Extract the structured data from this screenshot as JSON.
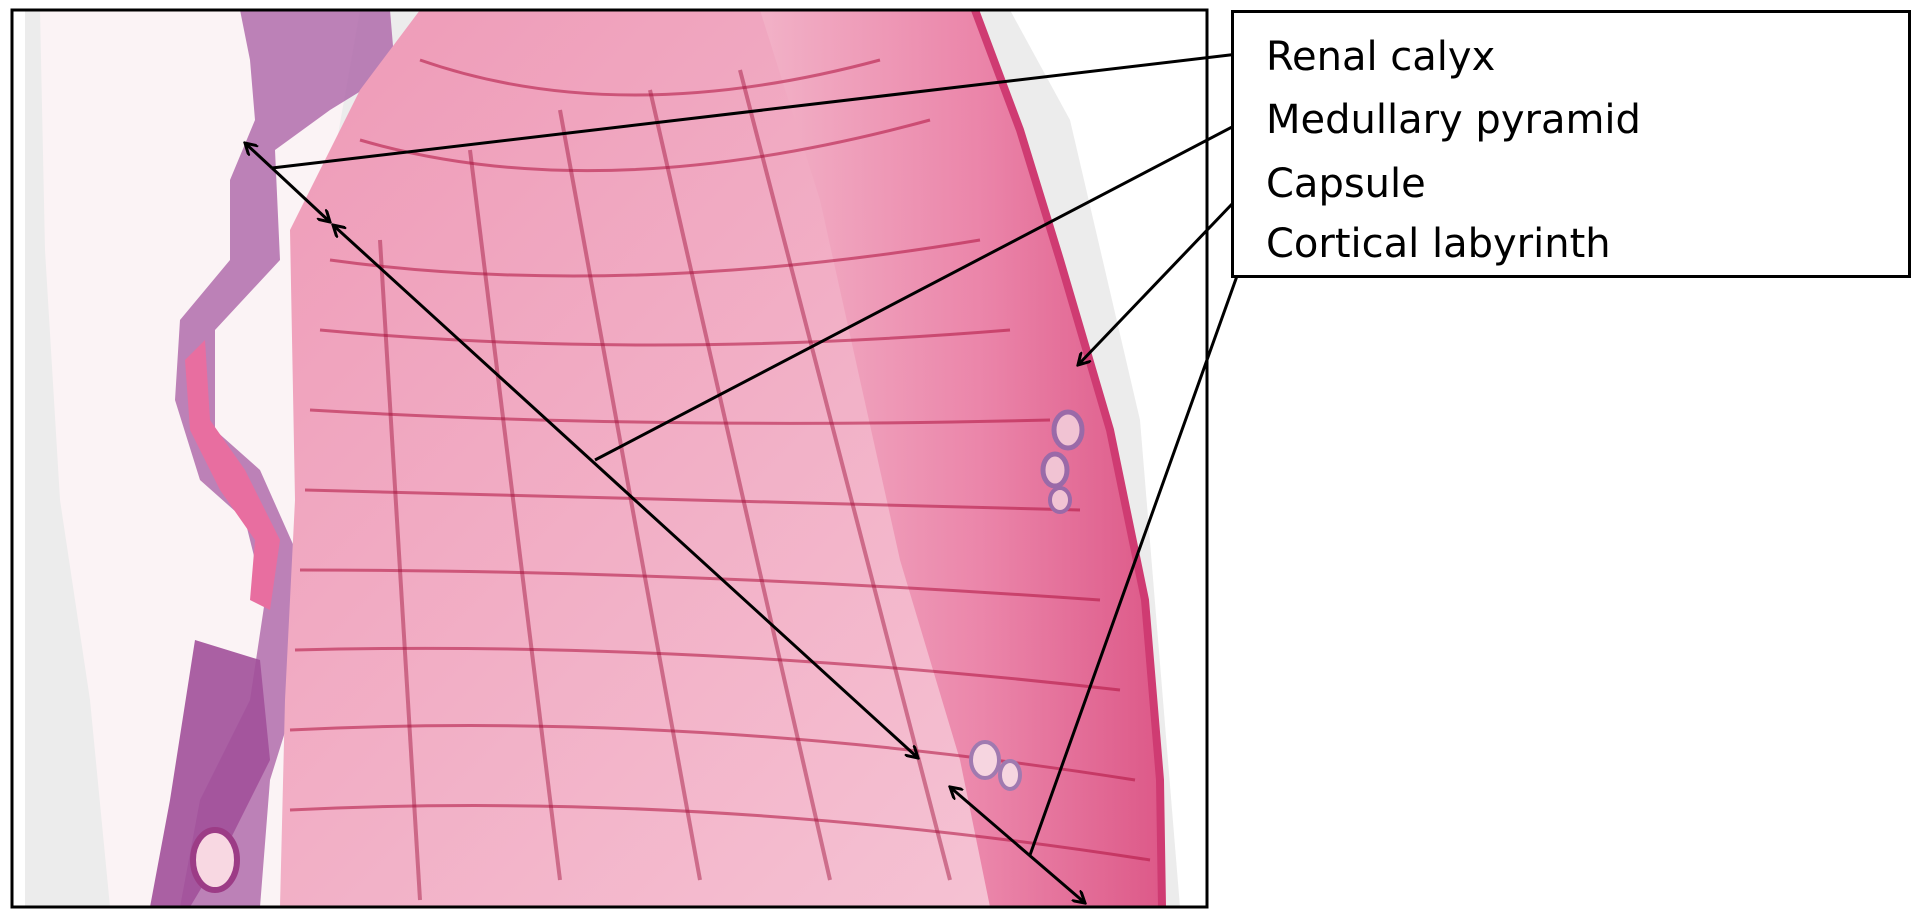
{
  "legend": {
    "items": [
      {
        "label": "Renal calyx"
      },
      {
        "label": "Medullary pyramid"
      },
      {
        "label": "Capsule"
      },
      {
        "label": "Cortical labyrinth"
      }
    ]
  },
  "colors": {
    "tissue_pink": "#e8608f",
    "tissue_light": "#f3b8cc",
    "cortex_deep": "#d94a7c",
    "calyx_purple": "#b06cab",
    "streak_red": "#b0123f",
    "background_gray": "#ececec",
    "line": "#000000"
  }
}
